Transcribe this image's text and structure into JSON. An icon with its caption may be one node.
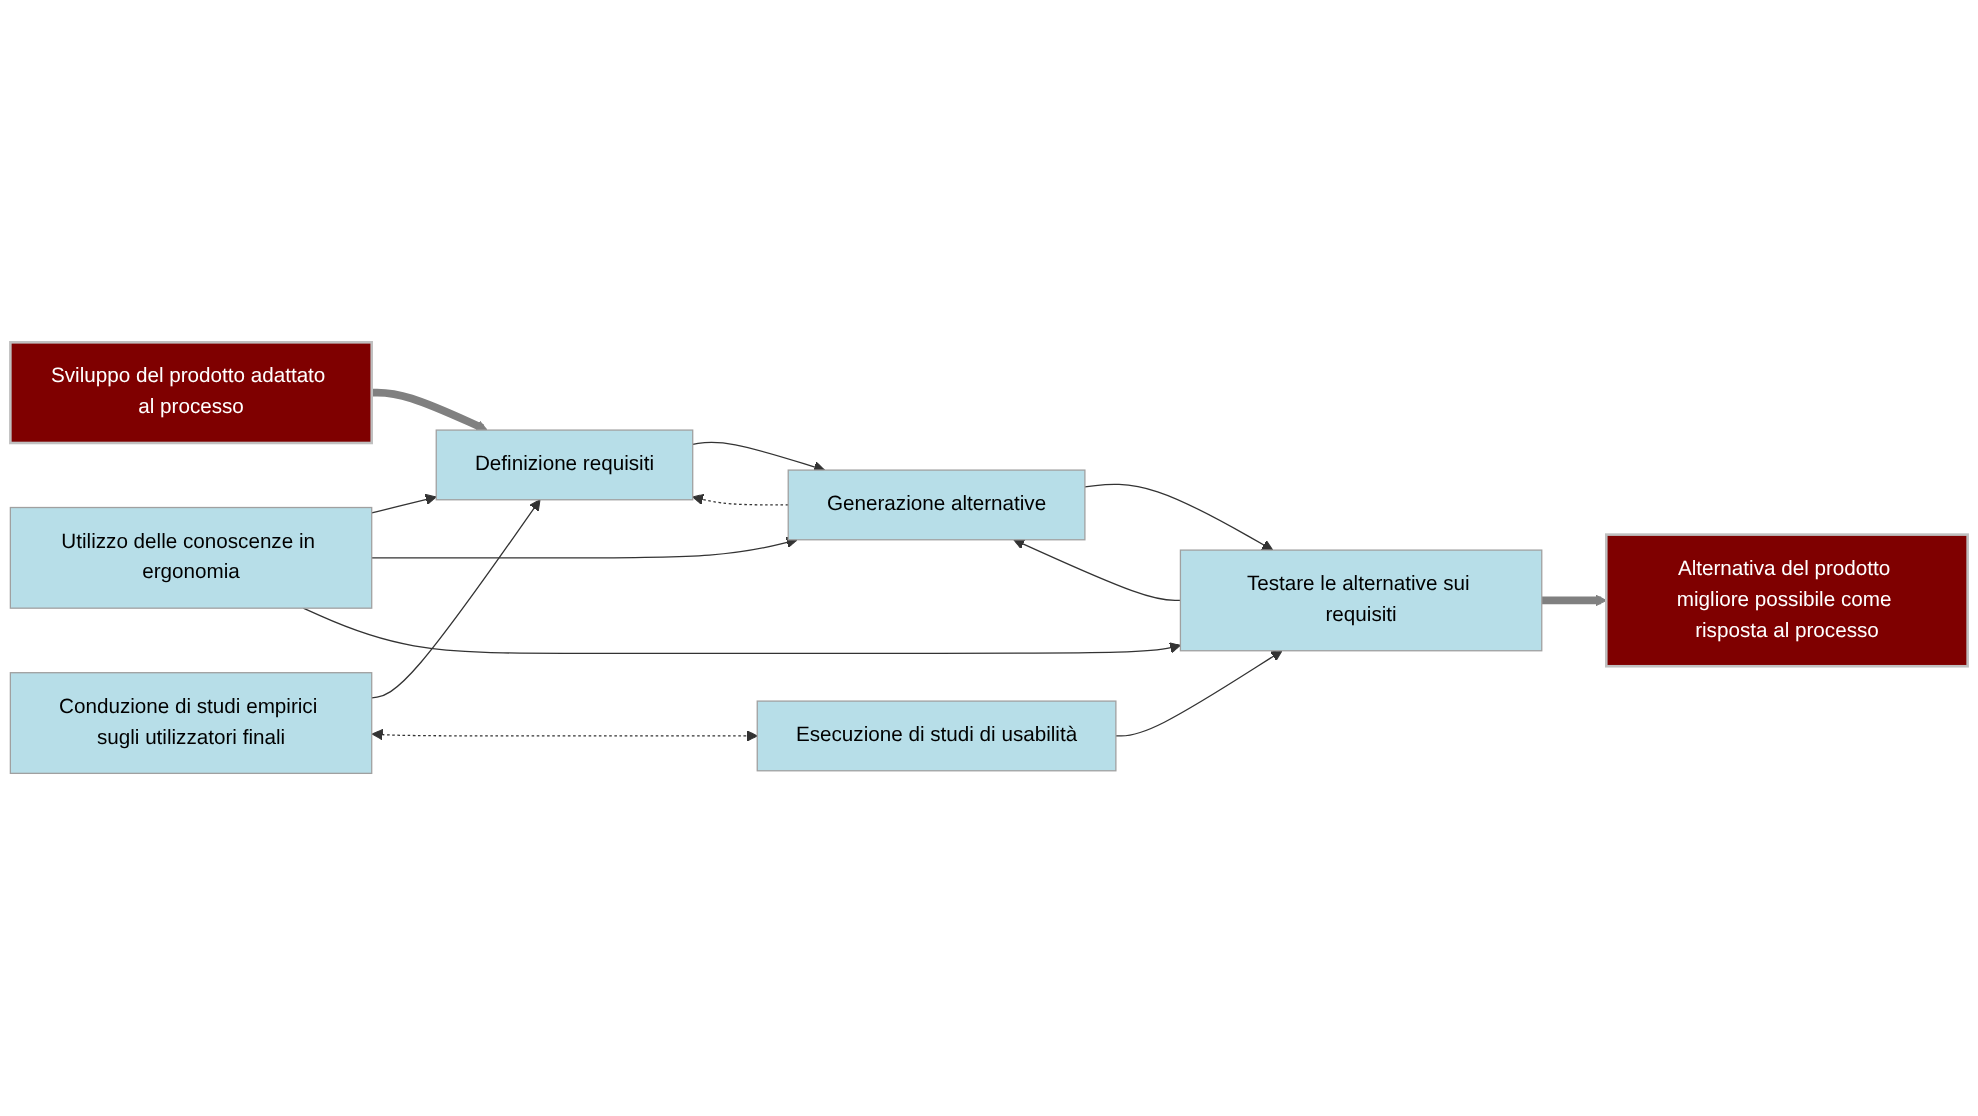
{
  "diagram": {
    "nodes": [
      {
        "text": [
          "Sviluppo del prodotto adattato al processo"
        ]
      },
      {
        "text": [
          "Definizione requisiti"
        ]
      },
      {
        "text": [
          "Generazione alternative"
        ]
      },
      {
        "text": [
          "Testare le alternative sui requisiti"
        ]
      },
      {
        "text": [
          "Alternativa del prodotto migliore possibile come risposta al processo"
        ]
      },
      {
        "text": [
          "Utilizzo delle conoscenze in ergonomia"
        ]
      },
      {
        "text": [
          "Conduzione di studi empirici sugli utilizzatori finali"
        ]
      },
      {
        "text": [
          "Esecuzione di studi di usabilità"
        ]
      }
    ],
    "edges": [
      {
        "from": 0,
        "to": 1,
        "arrow": "to",
        "style": "thick",
        "color": "#808080"
      },
      {
        "from": 1,
        "to": 2,
        "arrow": "to"
      },
      {
        "from": 2,
        "to": 3,
        "arrow": "to"
      },
      {
        "from": 3,
        "to": 2,
        "arrow": "to"
      },
      {
        "from": 2,
        "to": 1,
        "arrow": "to",
        "style": "dashed"
      },
      {
        "from": 3,
        "to": 4,
        "arrow": "to",
        "style": "thick",
        "color": "#808080"
      },
      {
        "from": 5,
        "to": 1,
        "arrow": "to"
      },
      {
        "from": 5,
        "to": 2,
        "arrow": "to"
      },
      {
        "from": 5,
        "to": 3,
        "arrow": "to"
      },
      {
        "from": 6,
        "to": 1,
        "arrow": "to"
      },
      {
        "from": 7,
        "to": 3,
        "arrow": "to"
      },
      {
        "from": 6,
        "to": 7,
        "arrow": "both",
        "style": "dashed"
      }
    ]
  }
}
